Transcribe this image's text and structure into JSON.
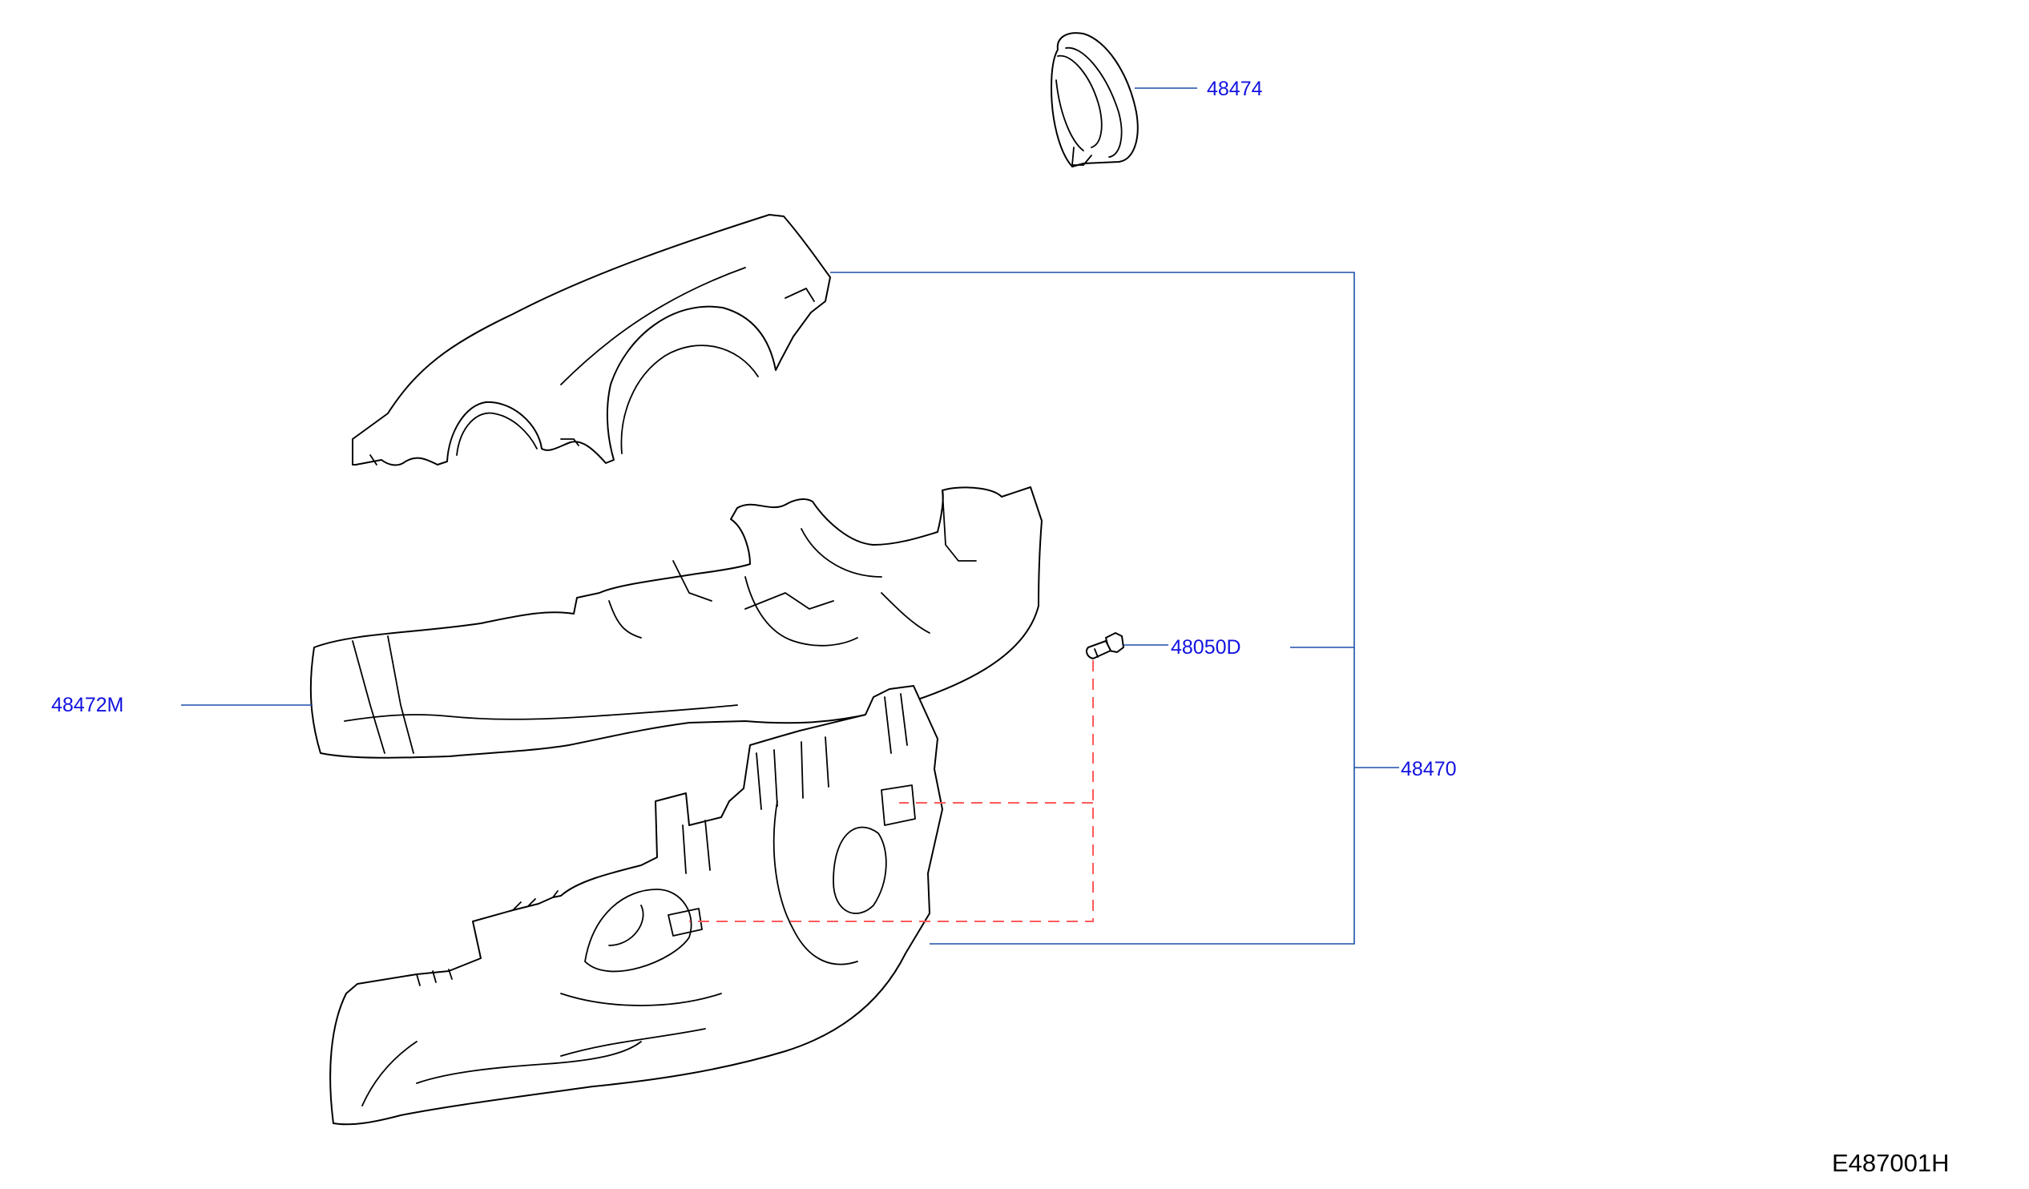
{
  "diagram": {
    "callouts": {
      "c48474": "48474",
      "c48472m": "48472M",
      "c48050d": "48050D",
      "c48470": "48470"
    },
    "diagram_id": "E487001H"
  },
  "colors": {
    "callout_text": "#1212e0",
    "leader_line": "#1f4fa8",
    "hidden_line": "#ff5a5a",
    "line_art": "#000000"
  }
}
